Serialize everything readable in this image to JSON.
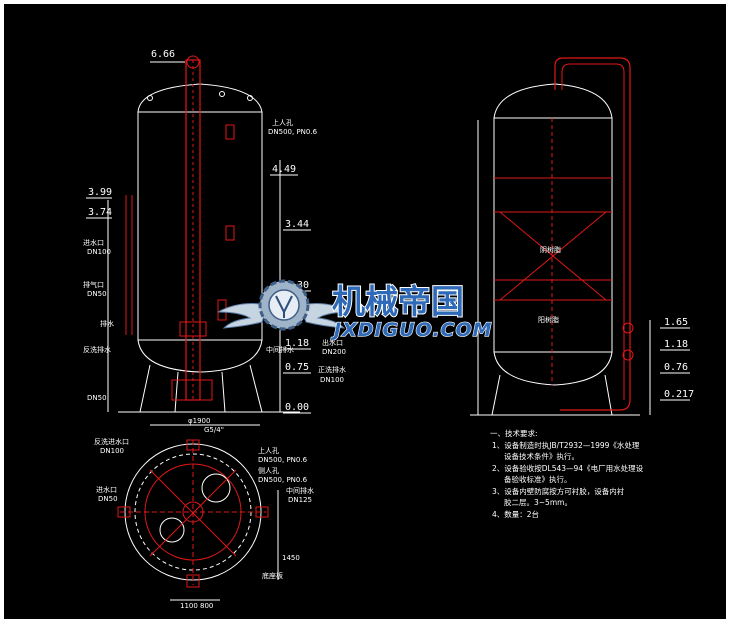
{
  "drawing": {
    "left_view": {
      "top_dim": "6.66",
      "left_elevations": [
        "3.99",
        "3.74"
      ],
      "right_elevations": [
        "4.49",
        "3.44",
        "4.30",
        "1.18",
        "0.75",
        "0.00"
      ],
      "labels": {
        "manhole_top": "上人孔",
        "manhole_top_spec": "DN500, PN0.6",
        "inlet": "进水口",
        "inlet_dn": "DN100",
        "vent": "排气口",
        "vent_dn": "DN50",
        "drain": "排水",
        "backwash_drain": "反洗排水",
        "outlet": "出水口",
        "outlet_dn": "DN200",
        "forward_drain": "正洗排水",
        "forward_drain_dn": "DN100",
        "middle_drain": "中间排水",
        "bottom_dn": "DN50",
        "diameter": "φ1900",
        "thread": "G5/4\""
      }
    },
    "right_view": {
      "elevations": [
        "1.65",
        "1.18",
        "0.76",
        "0.217"
      ],
      "labels": {
        "layer_top": "阴树脂",
        "layer_bottom": "阳树脂"
      }
    },
    "plan_view": {
      "labels": {
        "backwash_inlet": "反洗进水口",
        "backwash_inlet_dn": "DN100",
        "inlet": "进水口",
        "inlet_dn": "DN50",
        "manhole_top": "上人孔",
        "manhole_top_spec": "DN500, PN0.6",
        "manhole_side": "侧人孔",
        "manhole_side_spec": "DN500, PN0.6",
        "middle_drain": "中间排水",
        "middle_drain_dn": "DN125",
        "support": "底座板",
        "dim_bottom_a": "1100",
        "dim_bottom_b": "800",
        "dim_right": "1450"
      }
    },
    "notes": {
      "title": "一、技术要求:",
      "items": [
        "1、设备制造时执JB/T2932—1999《水处理",
        "设备技术条件》执行。",
        "2、设备验收按DL543—94《电厂用水处理设",
        "备验收标准》执行。",
        "3、设备内壁防腐按方可衬胶，设备内衬",
        "胶二层。3~5mm。",
        "4、数量：2台"
      ]
    }
  },
  "watermark": {
    "cn": "机械帝国",
    "en": "JXDIGUO.COM"
  }
}
